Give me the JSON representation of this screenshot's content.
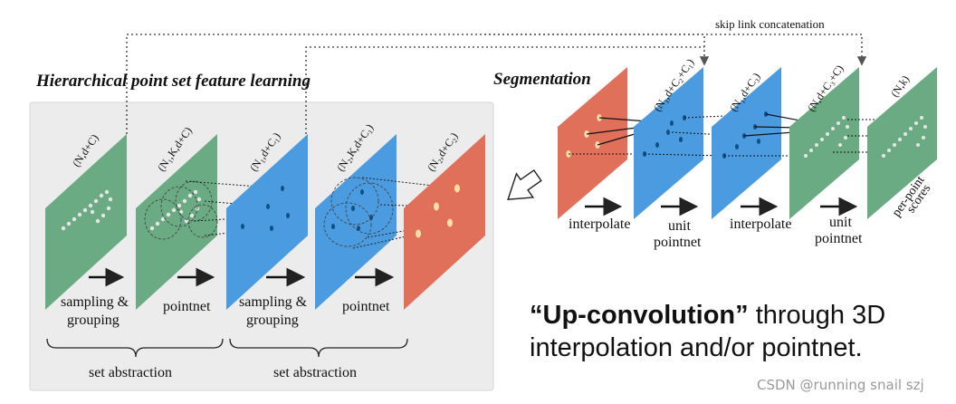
{
  "titles": {
    "left": "Hierarchical point set feature learning",
    "right": "Segmentation"
  },
  "skip_link": "skip link concatenation",
  "dims": {
    "l1": "(N,d+C)",
    "l2": "(N₁,K,d+C)",
    "l3": "(N₁,d+C₁)",
    "l4": "(N₂,K,d+C₁)",
    "l5": "(N₂,d+C₂)",
    "r1": "(N₁,d+C₂+C₁)",
    "r2": "(N₁,d+C₃)",
    "r3": "(N,d+C₃+C)",
    "r4": "(N,k)"
  },
  "steps": {
    "sampling_line1": "sampling &",
    "sampling_line2": "grouping",
    "pointnet": "pointnet",
    "interpolate": "interpolate",
    "unit_line1": "unit",
    "unit_line2": "pointnet",
    "scores_line1": "per-point",
    "scores_line2": "scores"
  },
  "set_abstraction": "set abstraction",
  "up_conv": {
    "bold": "“Up-convolution”",
    "rest": " through 3D interpolation and/or pointnet."
  },
  "watermark": "CSDN @running snail szj",
  "colors": {
    "green": "#6aab84",
    "blue": "#4a9be0",
    "red": "#e0705a",
    "panel": "#ececec"
  }
}
